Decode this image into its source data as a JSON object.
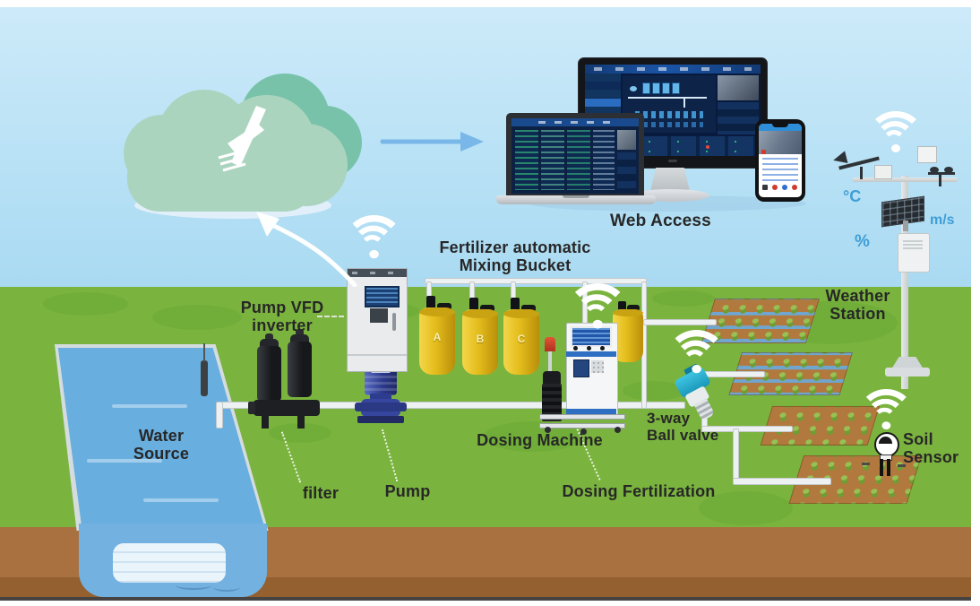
{
  "labels": {
    "web_access": "Web Access",
    "pump_vfd": {
      "line1": "Pump VFD",
      "line2": "inverter"
    },
    "mixing_bucket": {
      "line1": "Fertilizer automatic",
      "line2": "Mixing Bucket"
    },
    "water_source": {
      "line1": "Water",
      "line2": "Source"
    },
    "filter": "filter",
    "pump": "Pump",
    "dosing_machine": "Dosing Machine",
    "dosing_fertilization": "Dosing Fertilization",
    "ball_valve": {
      "line1": "3-way",
      "line2": "Ball valve"
    },
    "weather_station": {
      "line1": "Weather",
      "line2": "Station"
    },
    "soil_sensor": {
      "line1": "Soil",
      "line2": "Sensor"
    }
  },
  "weather_units": {
    "temperature": "°C",
    "wind_speed": "m/s",
    "humidity": "%"
  },
  "mixing_tanks": {
    "tank_a": "A",
    "tank_b": "B",
    "tank_c": "C"
  },
  "icons": {
    "wifi": "wifi-icon",
    "cloud_logo": "brand-swallow-logo",
    "flow_arrow": "right-arrow",
    "upload_arrow": "curved-up-arrow"
  },
  "colors": {
    "sky": "#bfe3f6",
    "grass": "#7ab43e",
    "earth": "#a9713f",
    "water": "#68aede",
    "cloud_front": "#abd4bf",
    "cloud_back": "#77c2a9",
    "tank_yellow": "#e8c41f",
    "unit_text_blue": "#3f9ed6",
    "pump_blue": "#37479d",
    "valve_cyan": "#29b6d8",
    "wifi_white": "#ffffff"
  }
}
